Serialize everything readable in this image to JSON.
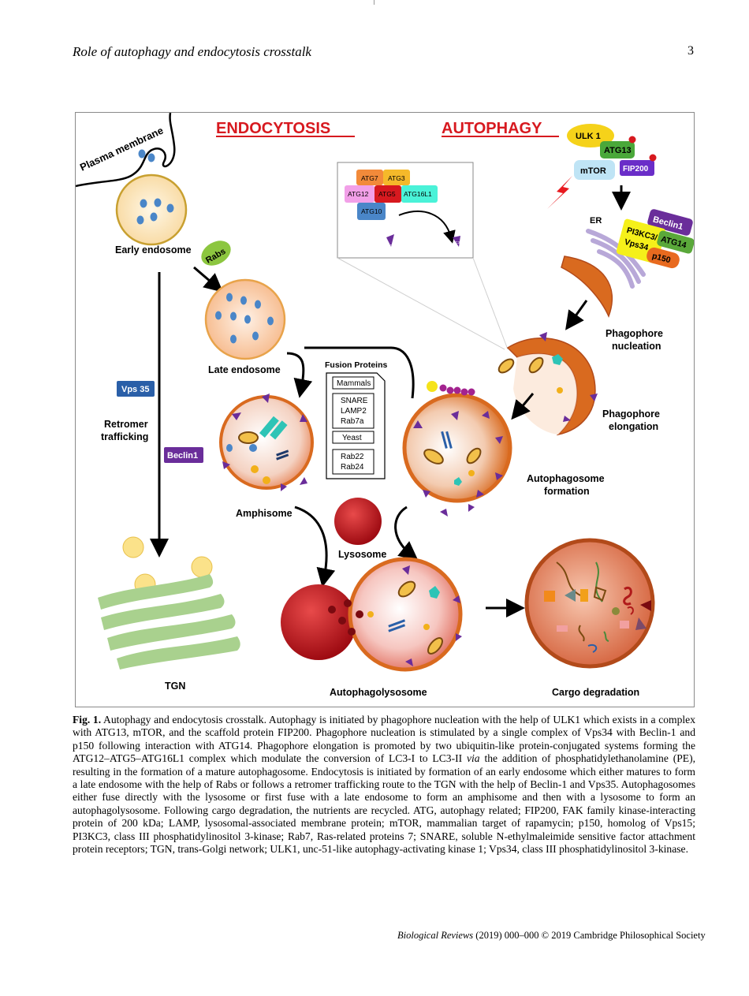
{
  "header": {
    "running_title": "Role of autophagy and endocytosis crosstalk",
    "page_number": "3"
  },
  "figure": {
    "section_endocytosis": "ENDOCYTOSIS",
    "section_autophagy": "AUTOPHAGY",
    "plasma_membrane": "Plasma membrane",
    "early_endosome": "Early endosome",
    "rabs": "Rabs",
    "late_endosome": "Late endosome",
    "vps35": "Vps 35",
    "retromer_line1": "Retromer",
    "retromer_line2": "trafficking",
    "beclin1_left": "Beclin1",
    "amphisome": "Amphisome",
    "lysosome": "Lysosome",
    "tgn": "TGN",
    "autophagolysosome": "Autophagolysosome",
    "cargo_degradation": "Cargo degradation",
    "fusion_title": "Fusion Proteins",
    "fusion_mammals": "Mammals",
    "fusion_snare": "SNARE",
    "fusion_lamp2": "LAMP2",
    "fusion_rab7a": "Rab7a",
    "fusion_yeast": "Yeast",
    "fusion_rab22": "Rab22",
    "fusion_rab24": "Rab24",
    "ulk1": "ULK 1",
    "atg13": "ATG13",
    "mtor": "mTOR",
    "fip200": "FIP200",
    "er": "ER",
    "beclin1_right": "Beclin1",
    "pi3kc3": "PI3KC3/",
    "vps34": "Vps34",
    "atg14": "ATG14",
    "p150": "p150",
    "phagophore_nucleation_1": "Phagophore",
    "phagophore_nucleation_2": "nucleation",
    "phagophore_elongation_1": "Phagophore",
    "phagophore_elongation_2": "elongation",
    "autophagosome_formation_1": "Autophagosome",
    "autophagosome_formation_2": "formation",
    "atg7": "ATG7",
    "atg3": "ATG3",
    "atg12": "ATG12",
    "atg5": "ATG5",
    "atg16l1": "ATG16L1",
    "atg10": "ATG10",
    "lc3i": "LC3I",
    "lc3ii": "LC3II",
    "colors": {
      "section_red": "#d7191f",
      "membrane_orange": "#d96a1f",
      "purple": "#6a2d9a",
      "green_golgi": "#a9d18e"
    }
  },
  "caption": {
    "label": "Fig. 1.",
    "p1": " Autophagy and endocytosis crosstalk. Autophagy is initiated by phagophore nucleation with the help of ULK1 which exists in a complex with ATG13, mTOR, and the scaffold protein FIP200. Phagophore nucleation is stimulated by a single complex of Vps34 with Beclin-1 and p150 following interaction with ATG14. Phagophore elongation is promoted by two ubiquitin-like protein-conjugated systems forming the ATG12–ATG5–ATG16L1 complex which modulate the conversion of LC3-I to LC3-II ",
    "via": "via",
    "p2": " the addition of phosphatidylethanolamine (PE), resulting in the formation of a mature autophagosome. Endocytosis is initiated by formation of an early endosome which either matures to form a late endosome with the help of Rabs or follows a retromer trafficking route to the TGN with the help of Beclin-1 and Vps35. Autophagosomes either fuse directly with the lysosome or first fuse with a late endosome to form an amphisome and then with a lysosome to form an autophagolysosome. Following cargo degradation, the nutrients are recycled. ATG, autophagy related; FIP200, FAK family kinase-interacting protein of 200 kDa; LAMP, lysosomal-associated membrane protein; mTOR, mammalian target of rapamycin; p150, homolog of Vps15; PI3KC3, class III phosphatidylinositol 3-kinase; Rab7, Ras-related proteins 7; SNARE, soluble N-ethylmaleimide sensitive factor attachment protein receptors; TGN, trans-Golgi network; ULK1, unc-51-like autophagy-activating kinase 1; Vps34, class III phosphatidylinositol 3-kinase."
  },
  "footer": {
    "journal": "Biological Reviews",
    "rest": " (2019) 000–000 © 2019 Cambridge Philosophical Society"
  }
}
